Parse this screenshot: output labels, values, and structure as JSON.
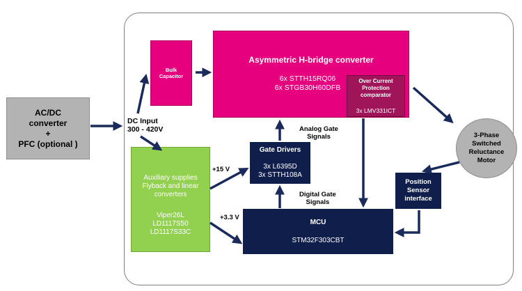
{
  "acdc": {
    "line1": "AC/DC",
    "line2": "converter",
    "line3": "+",
    "line4": "PFC (optional )"
  },
  "dc_input": {
    "line1": "DC Input",
    "line2": "300 - 420V"
  },
  "bulk": {
    "line1": "Bulk",
    "line2": "Capacitor"
  },
  "hbridge": {
    "title": "Asymmetric H-bridge converter",
    "line1": "6x STTH15RQ06",
    "line2": "6x STGB30H60DFB"
  },
  "ocp": {
    "line1": "Over Current",
    "line2": "Protection",
    "line3": "comparator",
    "part": "3x LMV331ICT"
  },
  "motor": {
    "line1": "3-Phase",
    "line2": "Switched",
    "line3": "Reluctance",
    "line4": "Motor"
  },
  "aux": {
    "line1": "Auxiliary supplies",
    "line2": "Flyback and linear",
    "line3": "converters",
    "part1": "Viper26L",
    "part2": "LD1117S50",
    "part3": "LD1117S33C"
  },
  "gate": {
    "title": "Gate Drivers",
    "line1": "3x L6395D",
    "line2": "3x STTH108A"
  },
  "analog_signals": {
    "line1": "Analog Gate",
    "line2": "Signals"
  },
  "digital_signals": {
    "line1": "Digital Gate",
    "line2": "Signals"
  },
  "v15": "+15 V",
  "v33": "+3.3 V",
  "mcu": {
    "title": "MCU",
    "part": "STM32F303CBT"
  },
  "position": {
    "line1": "Position",
    "line2": "Sensor",
    "line3": "interface"
  },
  "colors": {
    "magenta": "#e6007e",
    "dark_magenta": "#a0145a",
    "navy": "#0f1e4a",
    "green": "#92d050",
    "gray": "#b3b3b3",
    "arrow": "#1a2a5a"
  }
}
